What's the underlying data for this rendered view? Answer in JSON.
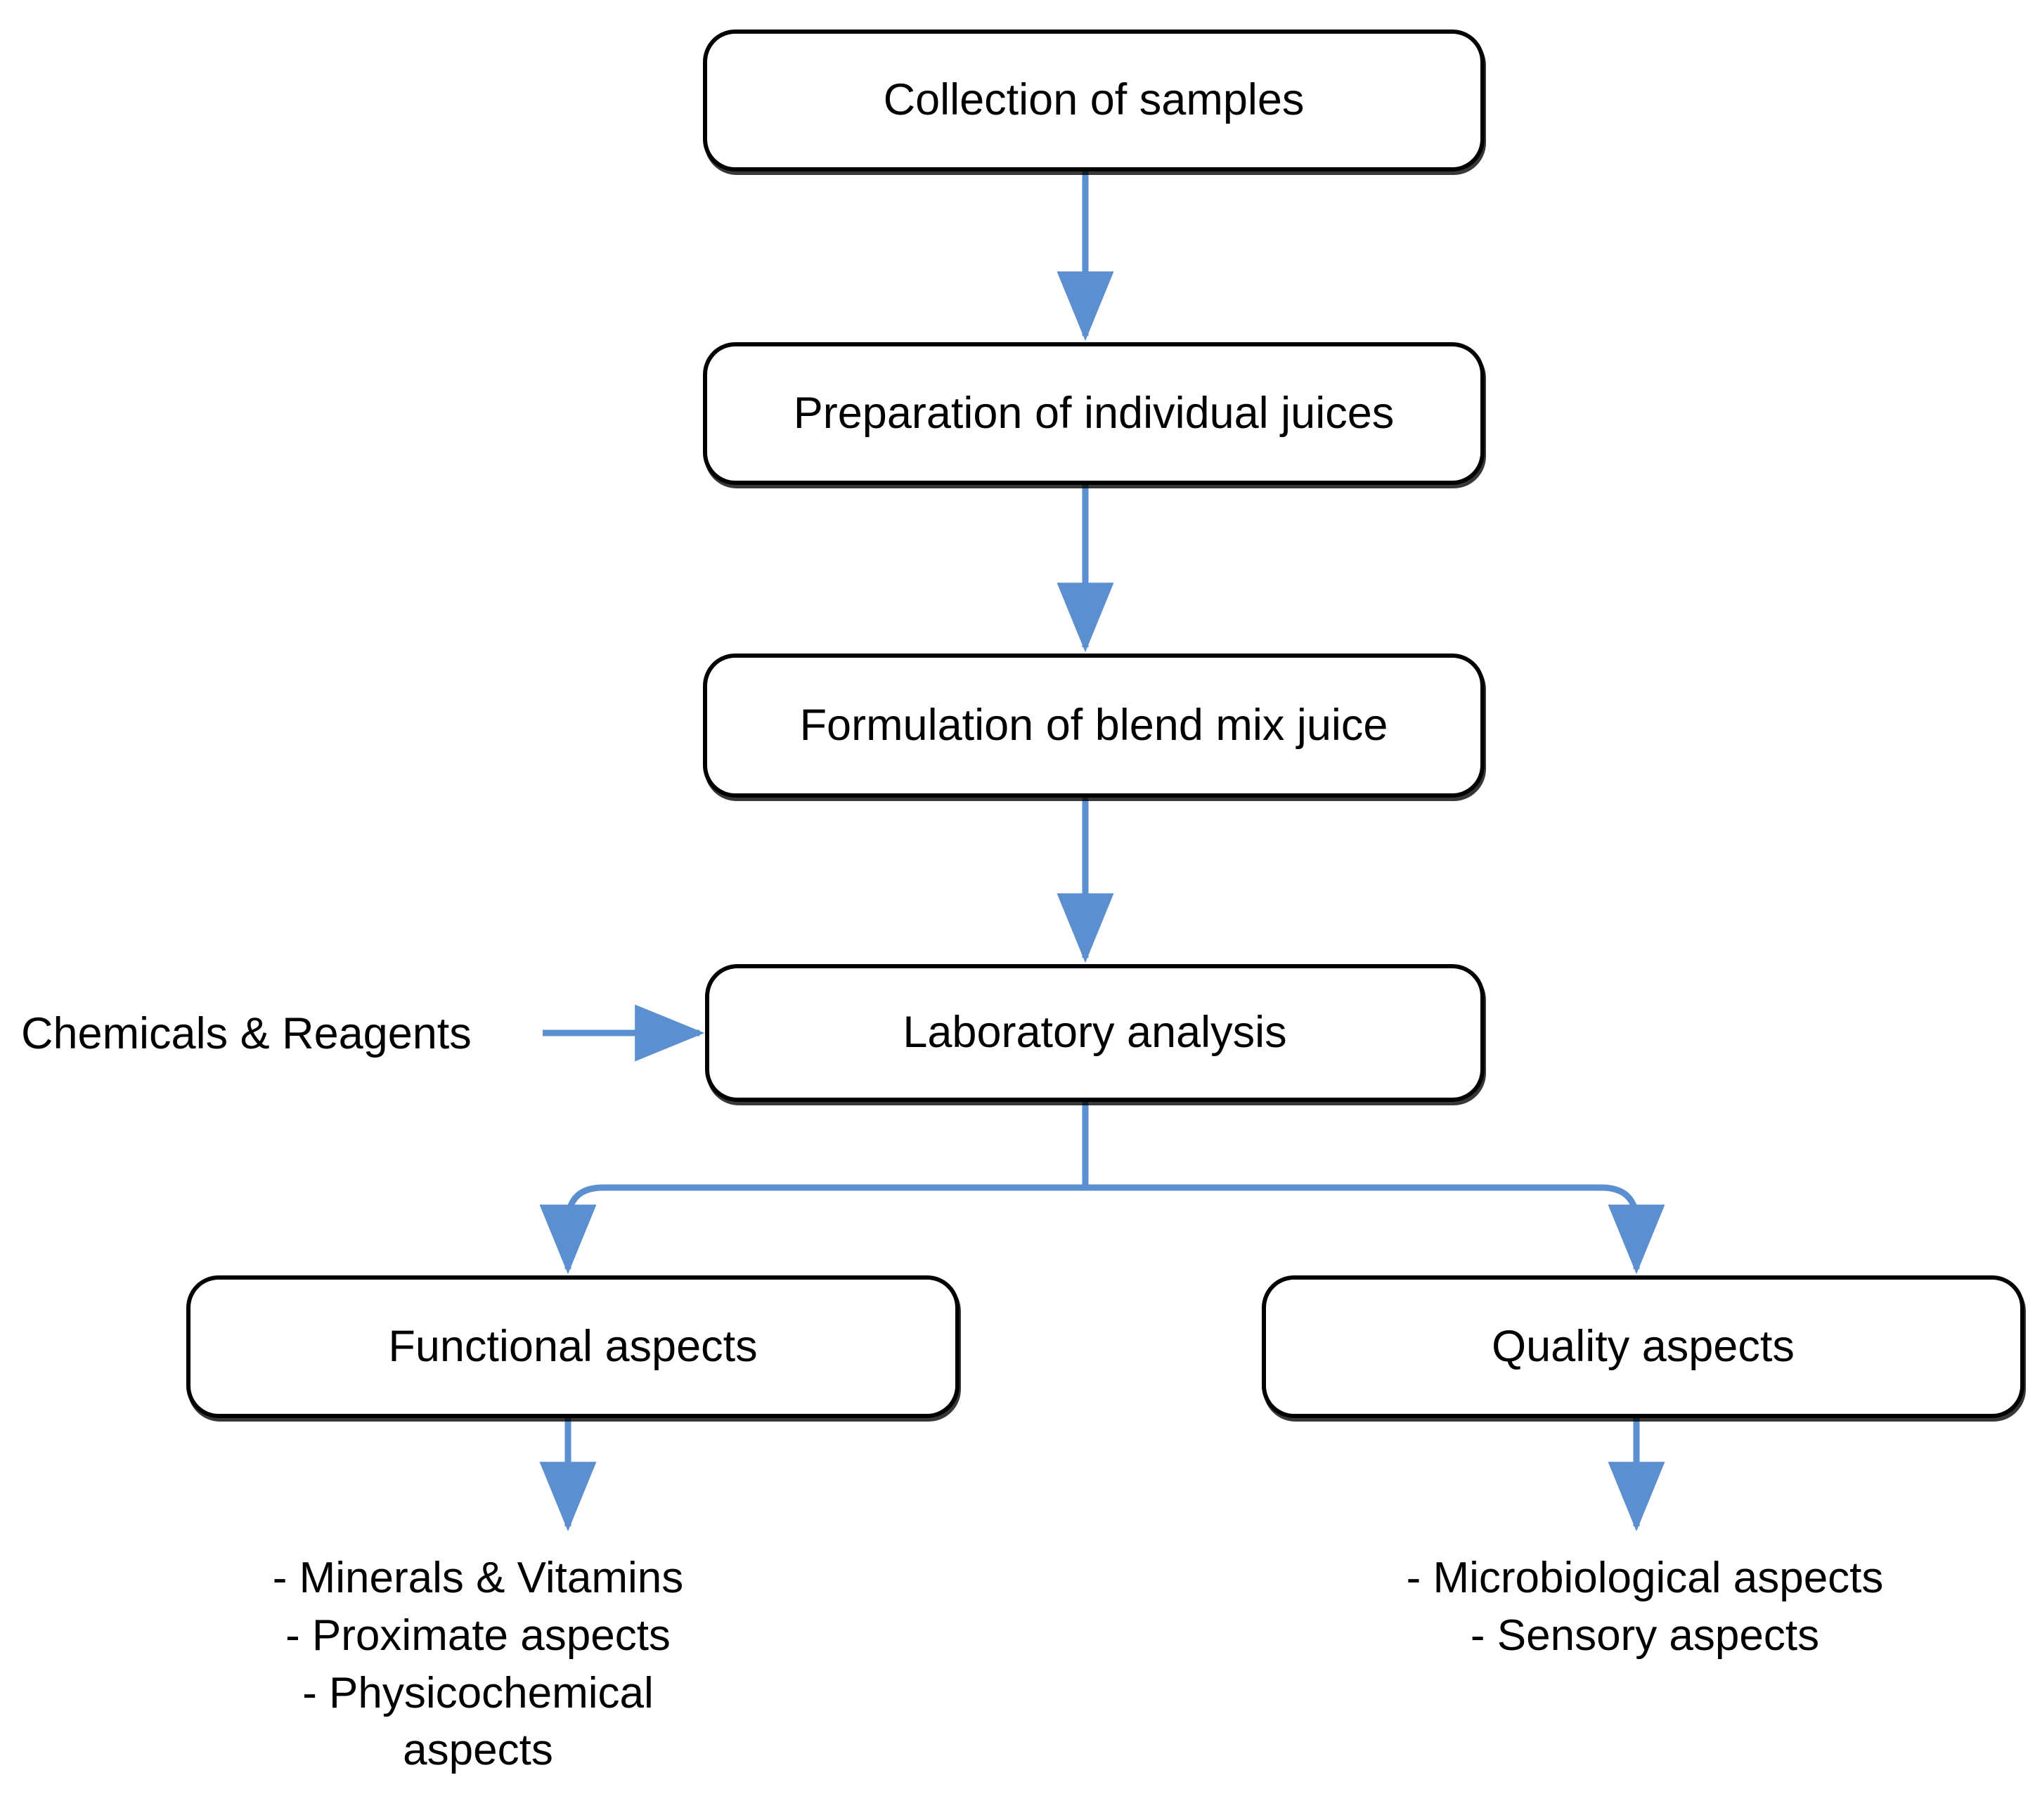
{
  "diagram": {
    "title_present": false,
    "colors": {
      "arrow": "#5B8FD0",
      "node_border": "#000000",
      "node_fill": "#FFFFFF",
      "text": "#000000",
      "background": "#FFFFFF"
    },
    "nodes": [
      {
        "id": "collection",
        "label": "Collection of samples"
      },
      {
        "id": "preparation",
        "label": "Preparation of individual juices"
      },
      {
        "id": "formulation",
        "label": "Formulation of blend mix juice"
      },
      {
        "id": "laboratory",
        "label": "Laboratory analysis"
      },
      {
        "id": "functional",
        "label": "Functional aspects"
      },
      {
        "id": "quality",
        "label": "Quality aspects"
      }
    ],
    "side_inputs": [
      {
        "id": "chemicals",
        "label": "Chemicals & Reagents",
        "target": "laboratory"
      }
    ],
    "outcomes": {
      "functional": [
        "- Minerals & Vitamins",
        "- Proximate aspects",
        "- Physicochemical aspects"
      ],
      "quality": [
        "- Microbiological aspects",
        "- Sensory aspects"
      ]
    },
    "edges": [
      {
        "from": "collection",
        "to": "preparation",
        "type": "vertical-arrow"
      },
      {
        "from": "preparation",
        "to": "formulation",
        "type": "vertical-arrow"
      },
      {
        "from": "formulation",
        "to": "laboratory",
        "type": "vertical-arrow"
      },
      {
        "from": "chemicals",
        "to": "laboratory",
        "type": "horizontal-arrow"
      },
      {
        "from": "laboratory",
        "to": "functional",
        "type": "split-branch-arrow"
      },
      {
        "from": "laboratory",
        "to": "quality",
        "type": "split-branch-arrow"
      },
      {
        "from": "functional",
        "to": "functional-outcomes",
        "type": "vertical-arrow"
      },
      {
        "from": "quality",
        "to": "quality-outcomes",
        "type": "vertical-arrow"
      }
    ]
  }
}
